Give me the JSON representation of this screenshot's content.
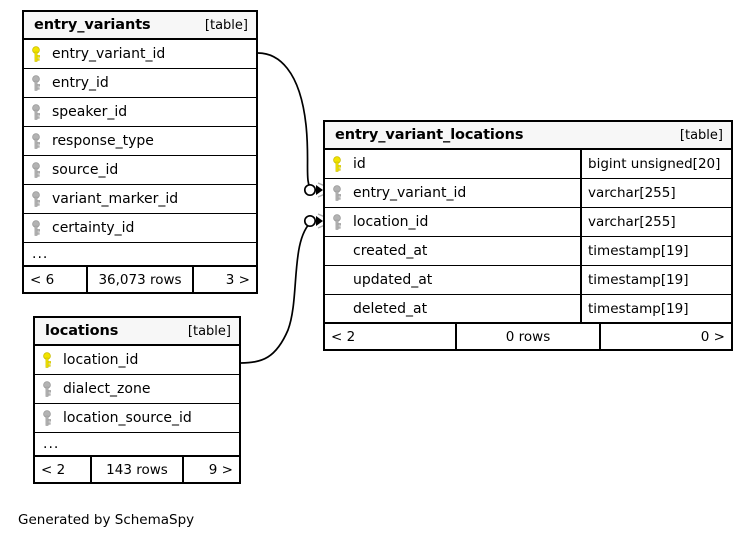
{
  "diagram": {
    "type": "entity-relationship-diagram",
    "generator_credit": "Generated by SchemaSpy",
    "colors": {
      "primary_key": "#f2e300",
      "foreign_key": "#b3b3b3",
      "border": "#000000",
      "header_background": "#f7f7f7",
      "background": "#ffffff"
    }
  },
  "tables": [
    {
      "id": "entry_variants",
      "name": "entry_variants",
      "kind": "[table]",
      "columns": [
        {
          "name": "entry_variant_id",
          "key": "primary",
          "type": ""
        },
        {
          "name": "entry_id",
          "key": "foreign",
          "type": ""
        },
        {
          "name": "speaker_id",
          "key": "foreign",
          "type": ""
        },
        {
          "name": "response_type",
          "key": "foreign",
          "type": ""
        },
        {
          "name": "source_id",
          "key": "foreign",
          "type": ""
        },
        {
          "name": "variant_marker_id",
          "key": "foreign",
          "type": ""
        },
        {
          "name": "certainty_id",
          "key": "foreign",
          "type": ""
        }
      ],
      "more_indicator": "...",
      "footer": {
        "left": "< 6",
        "center": "36,073 rows",
        "right": "3 >"
      }
    },
    {
      "id": "locations",
      "name": "locations",
      "kind": "[table]",
      "columns": [
        {
          "name": "location_id",
          "key": "primary",
          "type": ""
        },
        {
          "name": "dialect_zone",
          "key": "foreign",
          "type": ""
        },
        {
          "name": "location_source_id",
          "key": "foreign",
          "type": ""
        }
      ],
      "more_indicator": "...",
      "footer": {
        "left": "< 2",
        "center": "143 rows",
        "right": "9 >"
      }
    },
    {
      "id": "entry_variant_locations",
      "name": "entry_variant_locations",
      "kind": "[table]",
      "columns": [
        {
          "name": "id",
          "key": "primary",
          "type": "bigint unsigned[20]"
        },
        {
          "name": "entry_variant_id",
          "key": "foreign",
          "type": "varchar[255]"
        },
        {
          "name": "location_id",
          "key": "foreign",
          "type": "varchar[255]"
        },
        {
          "name": "created_at",
          "key": "none",
          "type": "timestamp[19]"
        },
        {
          "name": "updated_at",
          "key": "none",
          "type": "timestamp[19]"
        },
        {
          "name": "deleted_at",
          "key": "none",
          "type": "timestamp[19]"
        }
      ],
      "more_indicator": "",
      "footer": {
        "left": "< 2",
        "center": "0 rows",
        "right": "0 >"
      }
    }
  ],
  "relationships": [
    {
      "id": "rel-entry-variants",
      "from_table": "entry_variants",
      "from_column": "entry_variant_id",
      "to_table": "entry_variant_locations",
      "to_column": "entry_variant_id",
      "notation": "zero-or-many"
    },
    {
      "id": "rel-locations",
      "from_table": "locations",
      "from_column": "location_id",
      "to_table": "entry_variant_locations",
      "to_column": "location_id",
      "notation": "zero-or-many"
    }
  ]
}
